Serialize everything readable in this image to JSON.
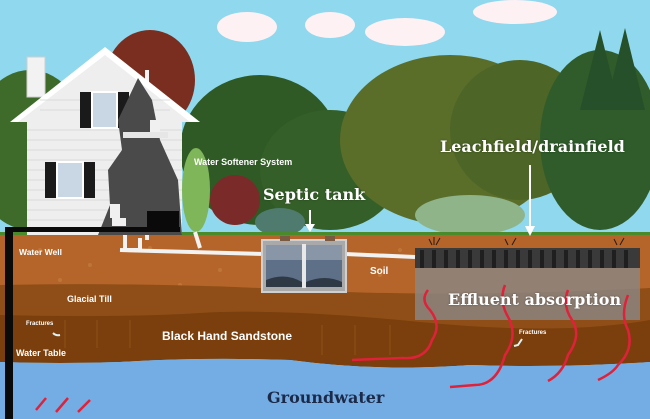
{
  "diagram": {
    "title": "Septic system and groundwater cross-section",
    "labels": {
      "water_softener": "Water Softener System",
      "septic_tank": "Septic tank",
      "leachfield": "Leachfield/drainfield",
      "water_well": "Water Well",
      "soil": "Soil",
      "effluent": "Effluent absorption",
      "glacial_till": "Glacial Till",
      "fractures_left": "Fractures",
      "fractures_right": "Fractures",
      "sandstone": "Black Hand Sandstone",
      "water_table": "Water Table",
      "groundwater": "Groundwater"
    },
    "colors": {
      "sky": "#8fd8ee",
      "cloud": "#fdf1f4",
      "soil": "#b5652a",
      "glacial_till": "#8f4e17",
      "sandstone": "#7a3f0c",
      "groundwater": "#74ade4",
      "effluent_arrow": "#e0213a",
      "house_siding": "#f2f2f2",
      "shutter": "#1a1a1a",
      "leachfield_chamber": "#3a3a3a",
      "groundwater_text": "#1c2a4a"
    }
  }
}
